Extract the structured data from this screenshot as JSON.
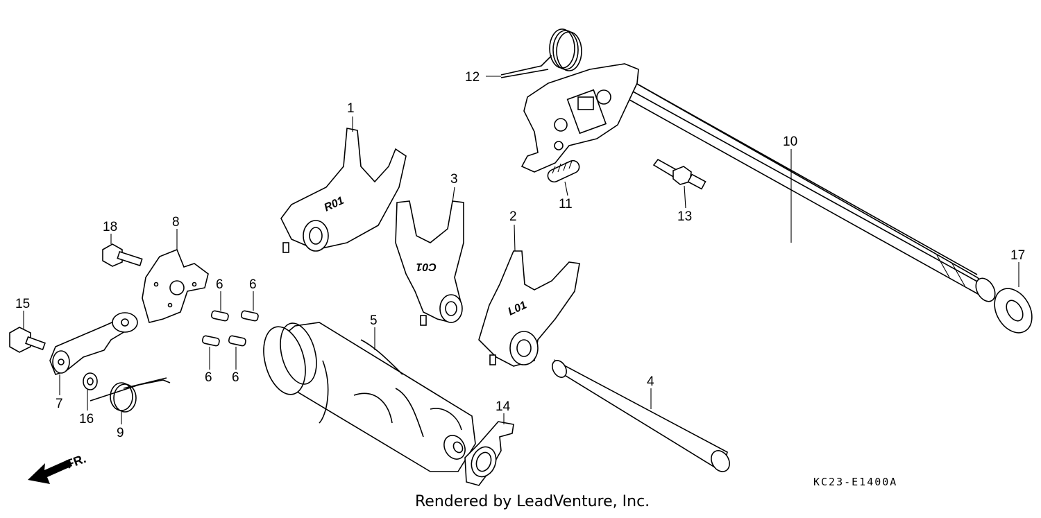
{
  "callouts": {
    "c1": "1",
    "c2": "2",
    "c3": "3",
    "c4": "4",
    "c5": "5",
    "c6a": "6",
    "c6b": "6",
    "c6c": "6",
    "c6d": "6",
    "c7": "7",
    "c8": "8",
    "c9": "9",
    "c10": "10",
    "c11": "11",
    "c12": "12",
    "c13": "13",
    "c14": "14",
    "c15": "15",
    "c16": "16",
    "c17": "17",
    "c18": "18"
  },
  "fork_marks": {
    "fork1": "R01",
    "fork3": "C01",
    "fork2": "L01"
  },
  "front_arrow_label": "FR.",
  "part_code": "KC23-E1400A",
  "footer": "Rendered by LeadVenture, Inc."
}
